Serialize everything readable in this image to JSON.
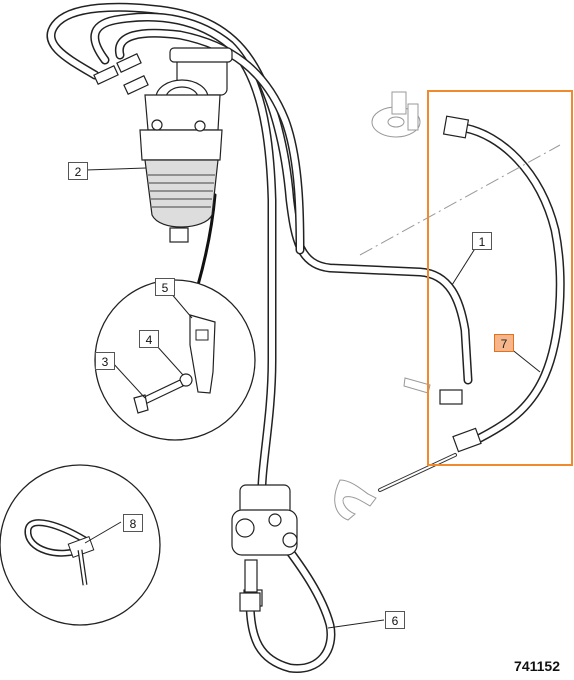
{
  "figure_number": "741152",
  "highlight_color": "#ef8b2c",
  "callouts": [
    {
      "id": "c1",
      "label": "1"
    },
    {
      "id": "c2",
      "label": "2"
    },
    {
      "id": "c3",
      "label": "3"
    },
    {
      "id": "c4",
      "label": "4"
    },
    {
      "id": "c5",
      "label": "5"
    },
    {
      "id": "c6",
      "label": "6"
    },
    {
      "id": "c7",
      "label": "7",
      "highlighted": true
    },
    {
      "id": "c8",
      "label": "8"
    }
  ]
}
